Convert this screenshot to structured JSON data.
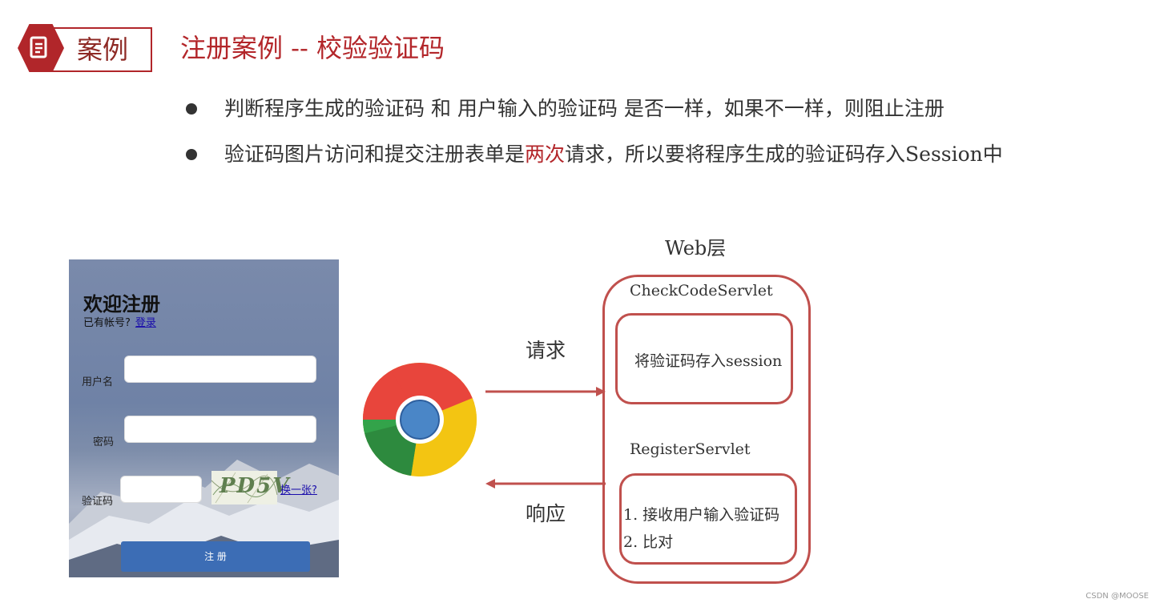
{
  "header": {
    "badge_label": "案例",
    "title": "注册案例 -- 校验验证码"
  },
  "bullets": {
    "line1": "判断程序生成的验证码 和 用户输入的验证码 是否一样，如果不一样，则阻止注册",
    "line2_a": "验证码图片访问和提交注册表单是",
    "line2_highlight": "两次",
    "line2_b": "请求，所以要将程序生成的验证码存入Session中"
  },
  "form": {
    "title": "欢迎注册",
    "have_account": "已有帐号?",
    "login_link": "登录",
    "username_label": "用户名",
    "password_label": "密码",
    "captcha_label": "验证码",
    "captcha_text": "PD5V",
    "change_link": "换一张?",
    "submit_label": "注 册"
  },
  "diagram": {
    "web_layer": "Web层",
    "checkcode_servlet": "CheckCodeServlet",
    "store_session": "将验证码存入session",
    "register_servlet": "RegisterServlet",
    "step1": "1.  接收用户输入验证码",
    "step2": "2.  比对",
    "request_label": "请求",
    "response_label": "响应"
  },
  "colors": {
    "accent": "#b3262a",
    "diagram_red": "#c0504d",
    "button_blue": "#3c6db5"
  },
  "icons": {
    "badge": "document-icon",
    "browser": "chrome-icon"
  },
  "watermark": "CSDN @MOOSE"
}
